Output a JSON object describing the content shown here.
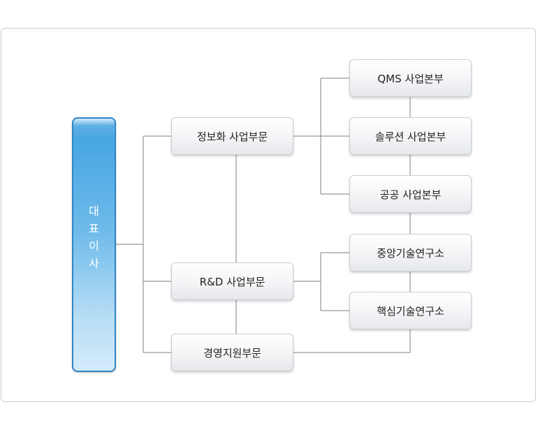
{
  "ceo": {
    "label": [
      "대",
      "표",
      "이",
      "사"
    ]
  },
  "divisions": [
    {
      "label": "정보화  사업부문"
    },
    {
      "label": "R&D 사업부문"
    },
    {
      "label": "경영지원부문"
    }
  ],
  "headquarters": [
    {
      "label": "QMS 사업본부"
    },
    {
      "label": "솔루션 사업본부"
    },
    {
      "label": "공공 사업본부"
    }
  ],
  "research_centers": [
    {
      "label": "중앙기술연구소"
    },
    {
      "label": "핵심기술연구소"
    }
  ],
  "colors": {
    "ceo_fill": "#48a6e2",
    "ceo_border": "#2f86c6",
    "line": "#7f7f7f"
  }
}
